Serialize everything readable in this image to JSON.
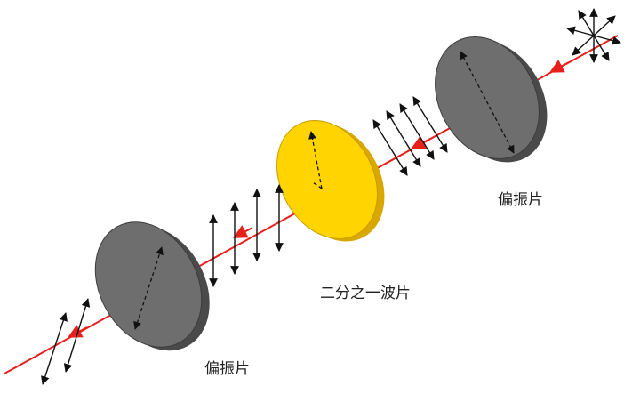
{
  "labels": {
    "polarizer_right": "偏振片",
    "half_wave_plate": "二分之一波片",
    "polarizer_left": "偏振片"
  },
  "colors": {
    "beam": "#e8201c",
    "polarizer_face": "#6e6e6e",
    "polarizer_edge": "#4a4a4a",
    "waveplate_face": "#ffd400",
    "waveplate_edge": "#d9a800",
    "arrow": "#111111"
  }
}
